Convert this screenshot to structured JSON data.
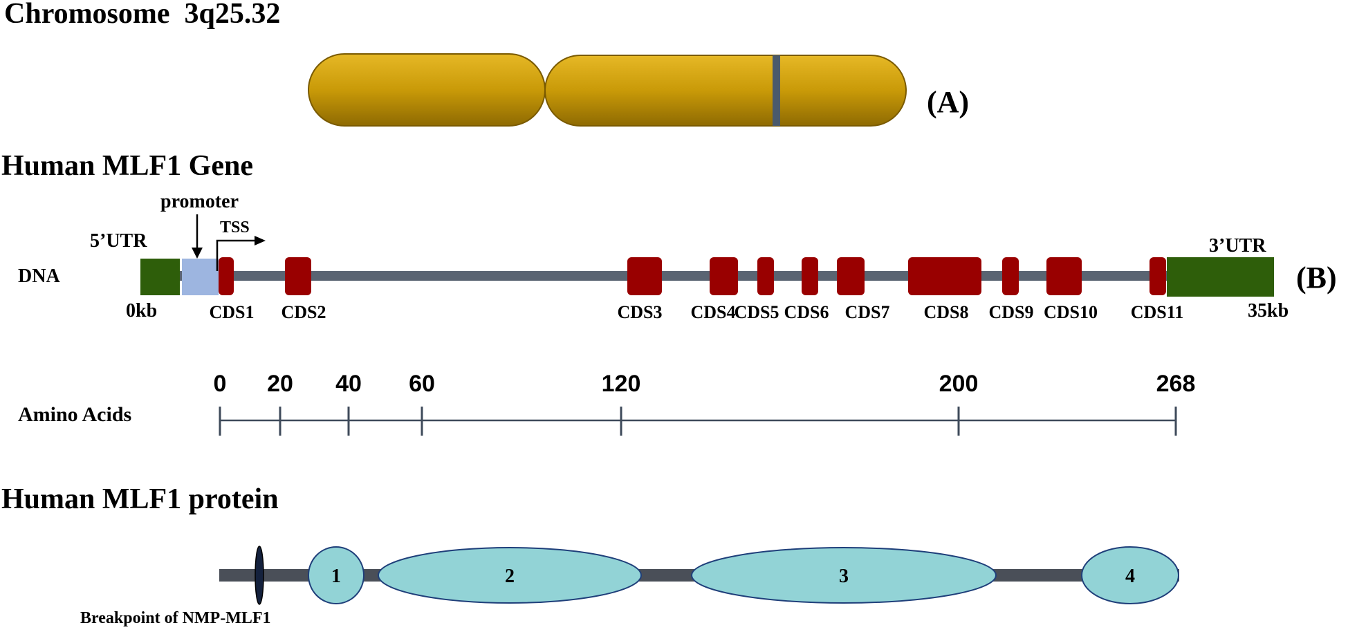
{
  "figure": {
    "chromosome": {
      "title": "Chromosome  3q25.32",
      "panel_label": "(A)",
      "fill_color": "#C99A08",
      "band_color": "#4A5A6C"
    },
    "gene": {
      "title": "Human MLF1 Gene",
      "panel_label": "(B)",
      "dna_label": "DNA",
      "promoter_label": "promoter",
      "tss_label": "TSS",
      "utr5_label": "5’UTR",
      "utr3_label": "3’UTR",
      "start_label": "0kb",
      "end_label": "35kb",
      "exon_color": "#990000",
      "utr_color": "#2E5E0A",
      "promoter_color": "#9DB5E0",
      "line_color": "#5A6472",
      "exons": [
        {
          "label": "CDS1"
        },
        {
          "label": "CDS2"
        },
        {
          "label": "CDS3"
        },
        {
          "label": "CDS4"
        },
        {
          "label": "CDS5"
        },
        {
          "label": "CDS6"
        },
        {
          "label": "CDS7"
        },
        {
          "label": "CDS8"
        },
        {
          "label": "CDS9"
        },
        {
          "label": "CDS10"
        },
        {
          "label": "CDS11"
        }
      ]
    },
    "amino_acids": {
      "label": "Amino Acids",
      "ticks": [
        0,
        20,
        40,
        60,
        120,
        200,
        268
      ],
      "line_color": "#3E4A5A"
    },
    "protein": {
      "title": "Human MLF1 protein",
      "breakpoint_label": "Breakpoint of NMP-MLF1",
      "domain_color": "#92D3D6",
      "domain_stroke": "#1F3F7A",
      "line_color": "#4A4F58",
      "domains": [
        {
          "label": "1"
        },
        {
          "label": "2"
        },
        {
          "label": "3"
        },
        {
          "label": "4"
        }
      ]
    }
  }
}
